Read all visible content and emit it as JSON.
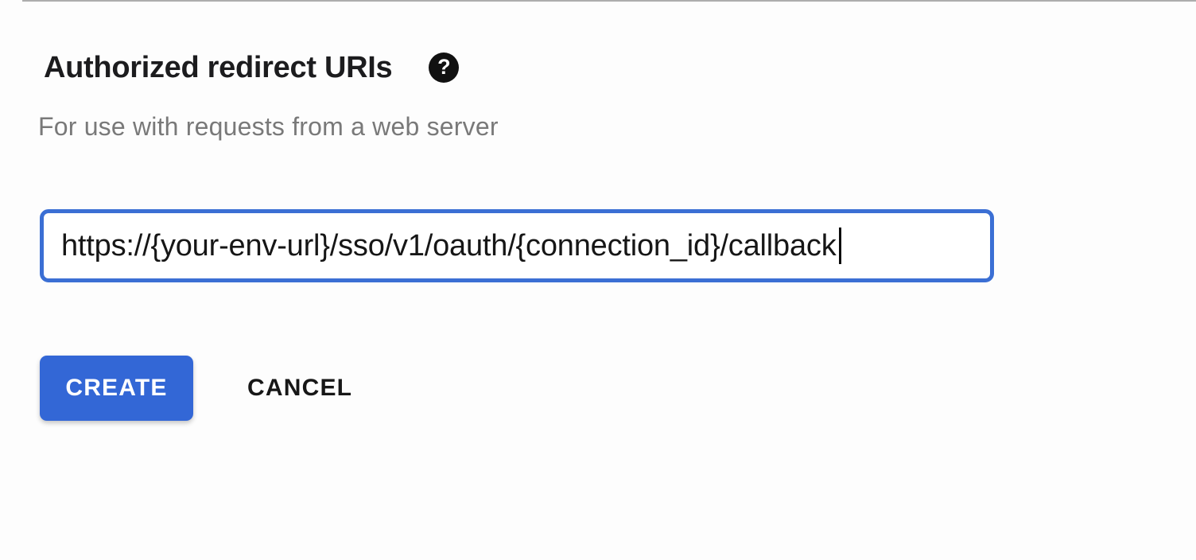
{
  "page": {
    "background": "#fdfdfd"
  },
  "section": {
    "heading": "Authorized redirect URIs",
    "help_glyph": "?",
    "subtitle": "For use with requests from a web server"
  },
  "redirect_uri_field": {
    "value": "https://{your-env-url}/sso/v1/oauth/{connection_id}/callback",
    "placeholder": "",
    "state": "focused"
  },
  "actions": {
    "create_label": "CREATE",
    "cancel_label": "CANCEL"
  },
  "colors": {
    "primary_button": "#3367d6",
    "input_focus_border": "#3b6fd4",
    "heading_text": "#1c1c1e",
    "subtitle_text": "#797979",
    "help_icon_bg": "#111111"
  }
}
